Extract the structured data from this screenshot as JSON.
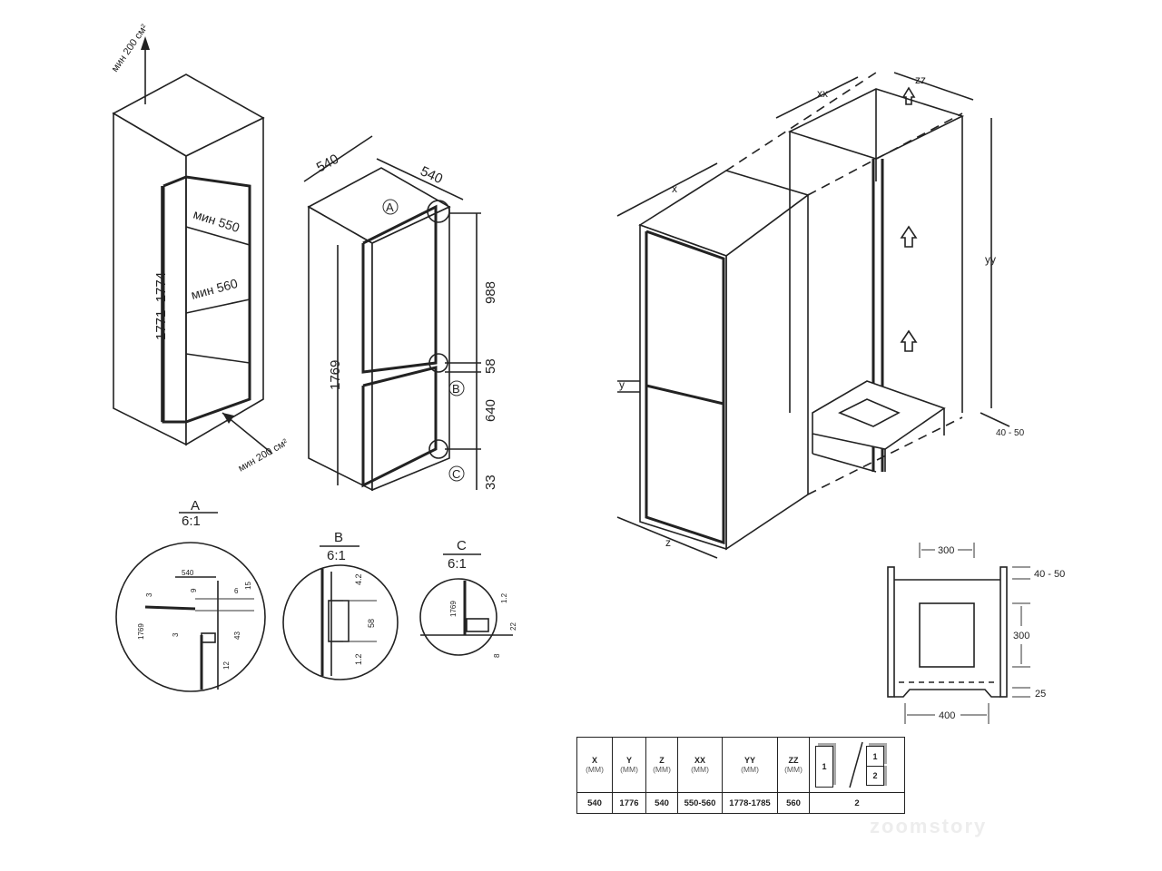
{
  "left_cabinet": {
    "vent_top": "мин 200 см²",
    "vent_bottom": "мин 200 см²",
    "height_range": "1771–1774",
    "depth_min_1": "мин 550",
    "depth_min_2": "мин 560"
  },
  "fridge_view": {
    "width": "540",
    "depth": "540",
    "height": "1769",
    "upper_door": "988",
    "gap": "58",
    "lower_door": "640",
    "bottom": "33",
    "marker_a": "A",
    "marker_b": "B",
    "marker_c": "C"
  },
  "details": [
    {
      "letter": "A",
      "scale": "6:1",
      "dims": [
        "540",
        "9",
        "6",
        "15",
        "3",
        "1769",
        "3",
        "43",
        "12"
      ]
    },
    {
      "letter": "B",
      "scale": "6:1",
      "dims": [
        "4.2",
        "58",
        "1.2"
      ]
    },
    {
      "letter": "C",
      "scale": "6:1",
      "dims": [
        "1769",
        "1.2",
        "22",
        "8"
      ]
    }
  ],
  "install_view": {
    "x": "x",
    "y": "y",
    "z": "z",
    "xx": "xx",
    "yy": "yy",
    "zz": "zz",
    "gap": "40 - 50"
  },
  "plinth_view": {
    "top_width": "300",
    "top_gap": "40 - 50",
    "opening_height": "300",
    "bottom_gap": "25",
    "bottom_width": "400"
  },
  "spec_table": {
    "headers": [
      {
        "label": "X",
        "unit": "(MM)"
      },
      {
        "label": "Y",
        "unit": "(MM)"
      },
      {
        "label": "Z",
        "unit": "(MM)"
      },
      {
        "label": "XX",
        "unit": "(MM)"
      },
      {
        "label": "YY",
        "unit": "(MM)"
      },
      {
        "label": "ZZ",
        "unit": "(MM)"
      }
    ],
    "icon_single": "1",
    "icon_combi_top": "1",
    "icon_combi_bottom": "2",
    "values": [
      "540",
      "1776",
      "540",
      "550-560",
      "1778-1785",
      "560",
      "2"
    ]
  },
  "watermark": "zoomstory"
}
